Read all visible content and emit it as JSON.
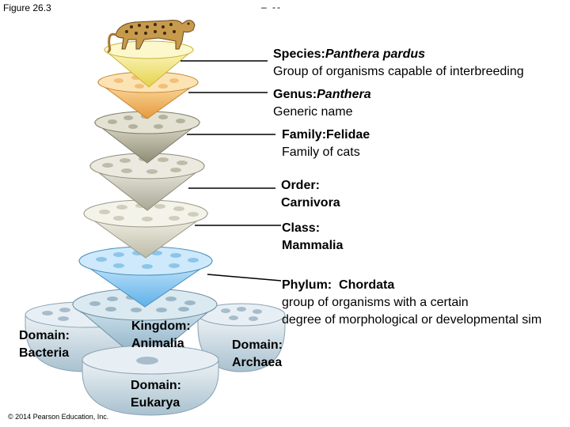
{
  "figure_label": "Figure 26.3",
  "top_mark": "– --",
  "copyright": "© 2014 Pearson Education, Inc.",
  "levels": {
    "species": {
      "rank": "Species:",
      "name": "Panthera pardus",
      "desc": "Group of organisms capable of interbreeding"
    },
    "genus": {
      "rank": "Genus:",
      "name": "Panthera",
      "desc": "Generic name"
    },
    "family": {
      "rank": "Family:",
      "name": "Felidae",
      "desc": "Family of cats"
    },
    "order": {
      "rank": "Order:",
      "name": "Carnivora"
    },
    "class": {
      "rank": "Class:",
      "name": "Mammalia"
    },
    "phylum": {
      "rank": "Phylum:",
      "name": "Chordata",
      "desc1": "group of organisms with a certain",
      "desc2": "degree of morphological or developmental sim"
    },
    "kingdom": {
      "rank": "Kingdom:",
      "name": "Animalia"
    },
    "domain_bacteria": {
      "rank": "Domain:",
      "name": "Bacteria"
    },
    "domain_archaea": {
      "rank": "Domain:",
      "name": "Archaea"
    },
    "domain_eukarya": {
      "rank": "Domain:",
      "name": "Eukarya"
    }
  },
  "colors": {
    "species": "#f3ea86",
    "genus": "#f5c77a",
    "family": "#c9c6b2",
    "order": "#dcdbcf",
    "class": "#e9e8da",
    "phylum": "#a9d6f2",
    "kingdom": "#c7dde8",
    "domain": "#d7e3ea"
  }
}
